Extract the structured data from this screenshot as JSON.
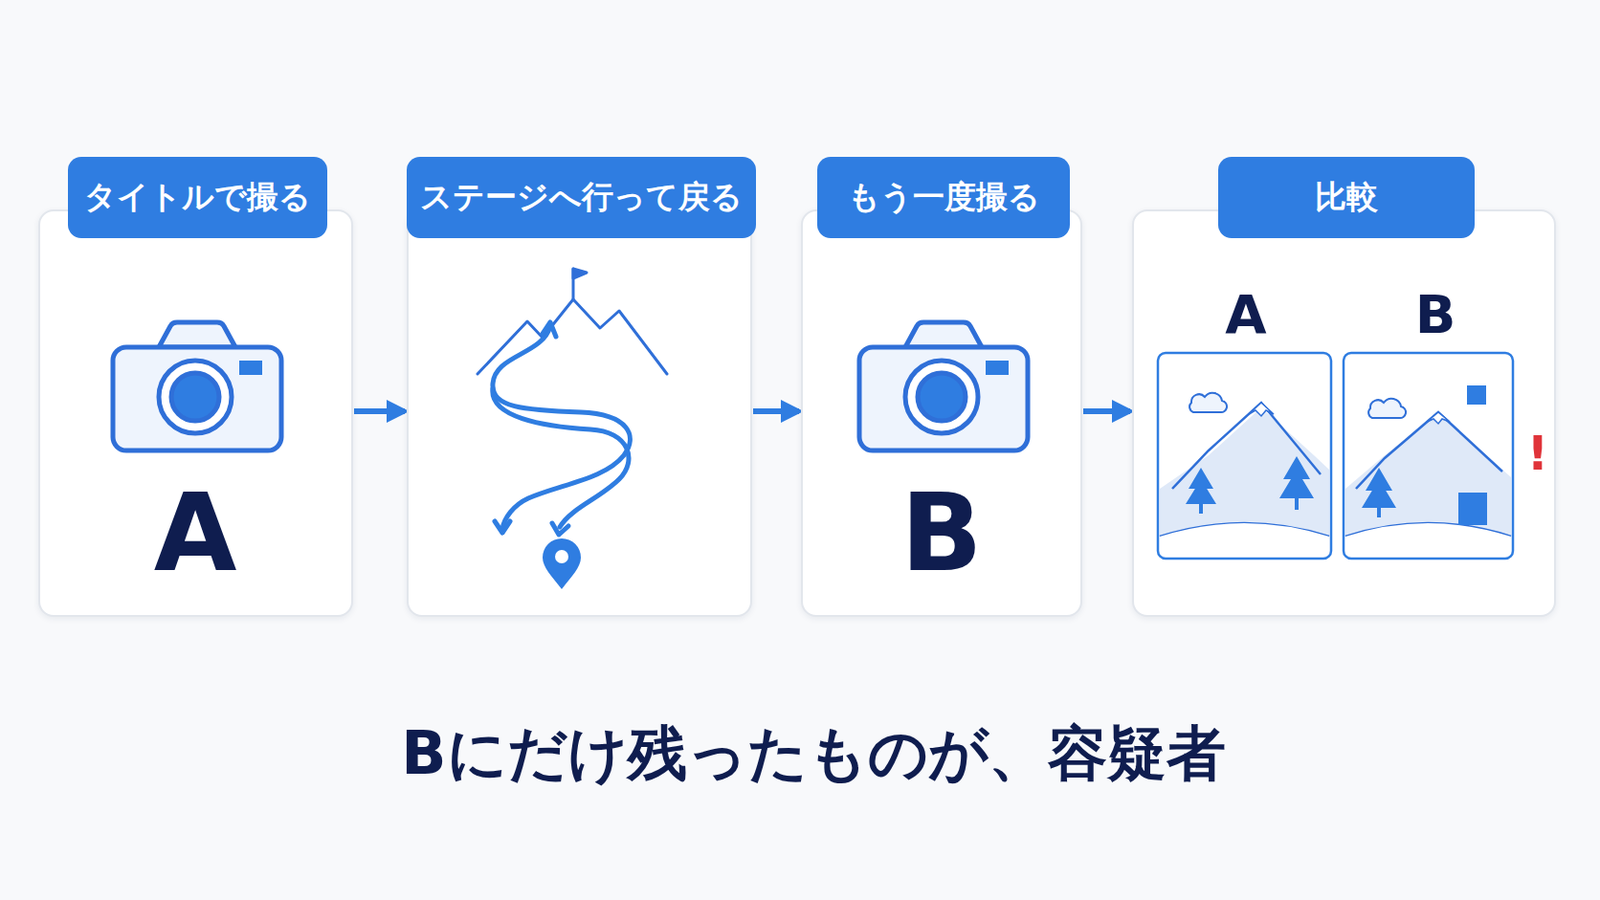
{
  "diagram": {
    "caption": "Bにだけ残ったものが、容疑者",
    "nodes": [
      {
        "text": [
          "タイトルで撮る",
          "A"
        ]
      },
      {
        "text": [
          "ステージへ行って戻る"
        ]
      },
      {
        "text": [
          "もう一度撮る",
          "B"
        ]
      },
      {
        "text": [
          "比較"
        ]
      }
    ],
    "edges": [
      {
        "from": 0,
        "to": 1,
        "arrow": "to"
      },
      {
        "from": 1,
        "to": 2,
        "arrow": "to"
      },
      {
        "from": 2,
        "to": 3,
        "arrow": "to"
      }
    ],
    "labels": [
      "A",
      "B",
      "!"
    ]
  }
}
